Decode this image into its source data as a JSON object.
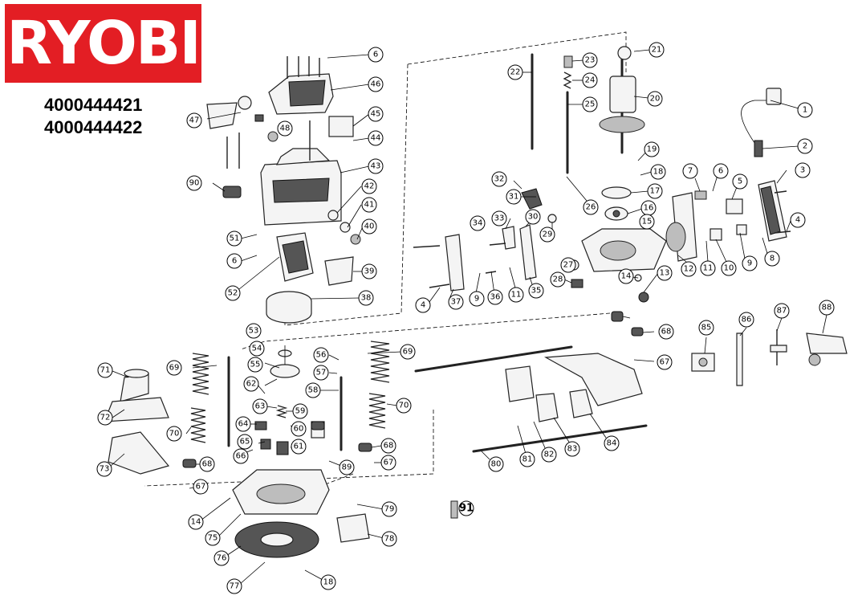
{
  "brand": {
    "logo_text": "RYOBI",
    "logo_color": "#e31e24"
  },
  "models": [
    "4000444421",
    "4000444422"
  ],
  "callouts": {
    "c6a": "6",
    "c46": "46",
    "c47": "47",
    "c48": "48",
    "c45": "45",
    "c44": "44",
    "c43": "43",
    "c90": "90",
    "c42": "42",
    "c41": "41",
    "c40": "40",
    "c51": "51",
    "c6b": "6",
    "c39": "39",
    "c52": "52",
    "c38": "38",
    "c21": "21",
    "c22": "22",
    "c23": "23",
    "c24": "24",
    "c25": "25",
    "c20": "20",
    "c1": "1",
    "c2": "2",
    "c19": "19",
    "c18": "18",
    "c17": "17",
    "c16": "16",
    "c26": "26",
    "c15": "15",
    "c32": "32",
    "c31": "31",
    "c7": "7",
    "c6c": "6",
    "c5": "5",
    "c3": "3",
    "c4a": "4",
    "c34": "34",
    "c33": "33",
    "c30": "30",
    "c29": "29",
    "c27": "27",
    "c28": "28",
    "c14a": "14",
    "c13": "13",
    "c12": "12",
    "c11a": "11",
    "c10": "10",
    "c9a": "9",
    "c8": "8",
    "c4b": "4",
    "c37": "37",
    "c9b": "9",
    "c36": "36",
    "c11b": "11",
    "c35": "35",
    "c53": "53",
    "c54": "54",
    "c55": "55",
    "c56": "56",
    "c57": "57",
    "c58": "58",
    "c69a": "69",
    "c69b": "69",
    "c70a": "70",
    "c70b": "70",
    "c71": "71",
    "c72": "72",
    "c73": "73",
    "c62": "62",
    "c63": "63",
    "c59": "59",
    "c64": "64",
    "c60": "60",
    "c65": "65",
    "c61": "61",
    "c66": "66",
    "c68a": "68",
    "c68b": "68",
    "c68c": "68",
    "c67a": "67",
    "c67b": "67",
    "c67c": "67",
    "c89": "89",
    "c14b": "14",
    "c75": "75",
    "c76": "76",
    "c77": "77",
    "c18b": "18",
    "c79": "79",
    "c78": "78",
    "c91": "91",
    "c85": "85",
    "c86": "86",
    "c87": "87",
    "c88": "88",
    "c80": "80",
    "c81": "81",
    "c82": "82",
    "c83": "83",
    "c84": "84"
  }
}
